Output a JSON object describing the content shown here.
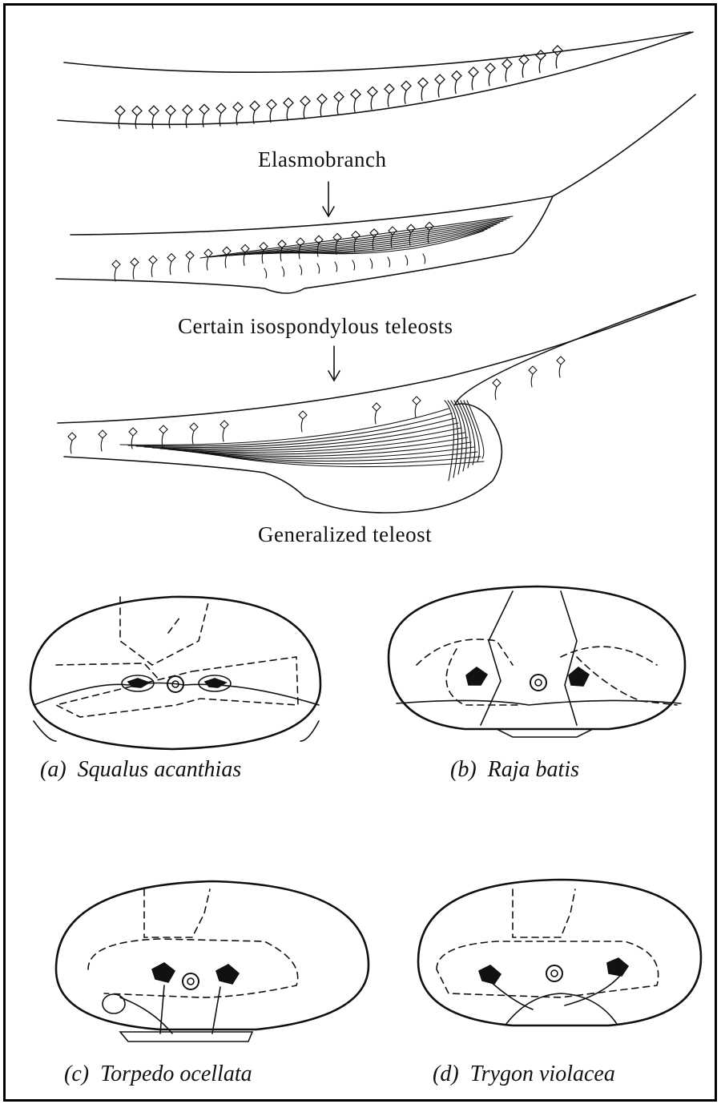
{
  "stages": [
    {
      "label": "Elasmobranch"
    },
    {
      "label": "Certain isospondylous teleosts"
    },
    {
      "label": "Generalized teleost"
    }
  ],
  "arrows": [
    "down-arrow-icon",
    "down-arrow-icon"
  ],
  "sections": [
    {
      "letter": "(a)",
      "species": "Squalus acanthias"
    },
    {
      "letter": "(b)",
      "species": "Raja batis"
    },
    {
      "letter": "(c)",
      "species": "Torpedo ocellata"
    },
    {
      "letter": "(d)",
      "species": "Trygon violacea"
    }
  ]
}
